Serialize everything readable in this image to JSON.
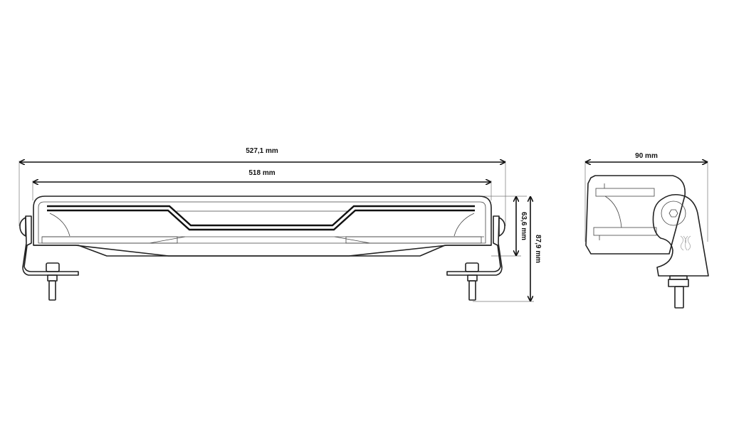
{
  "title": "LED light bar dimension drawing",
  "dimensions": {
    "overall_length": "527,1 mm",
    "lens_length": "518 mm",
    "body_height": "63,6 mm",
    "total_height": "87,9 mm",
    "depth": "90 mm"
  },
  "colors": {
    "line": "#222222",
    "background": "#ffffff"
  }
}
